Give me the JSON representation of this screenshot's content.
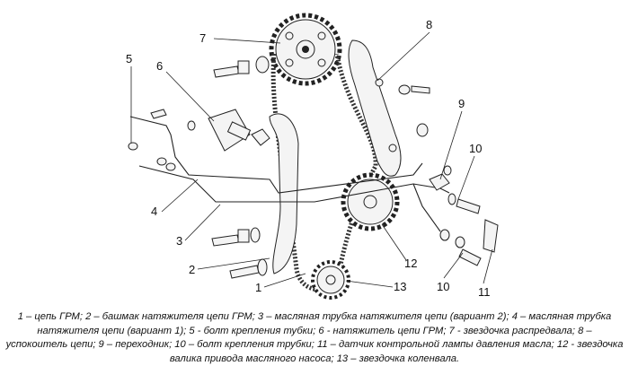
{
  "callouts": [
    "1",
    "2",
    "3",
    "4",
    "5",
    "6",
    "7",
    "8",
    "9",
    "10",
    "10",
    "11",
    "12",
    "13"
  ],
  "caption": "1 – цепь ГРМ; 2 – башмак натяжителя цепи ГРМ; 3 – масляная трубка натяжителя цепи (вариант 2); 4 – масляная трубка натяжителя цепи (вариант 1); 5 - болт крепления тубки; 6 - натяжитель цепи ГРМ; 7 - звездочка распредвала; 8 – успокоитель цепи; 9 – переходник; 10 – болт крепления трубки; 11 – датчик контрольной лампы давления масла; 12 - звездочка валика привода масляного насоса; 13 – звездочка коленвала."
}
